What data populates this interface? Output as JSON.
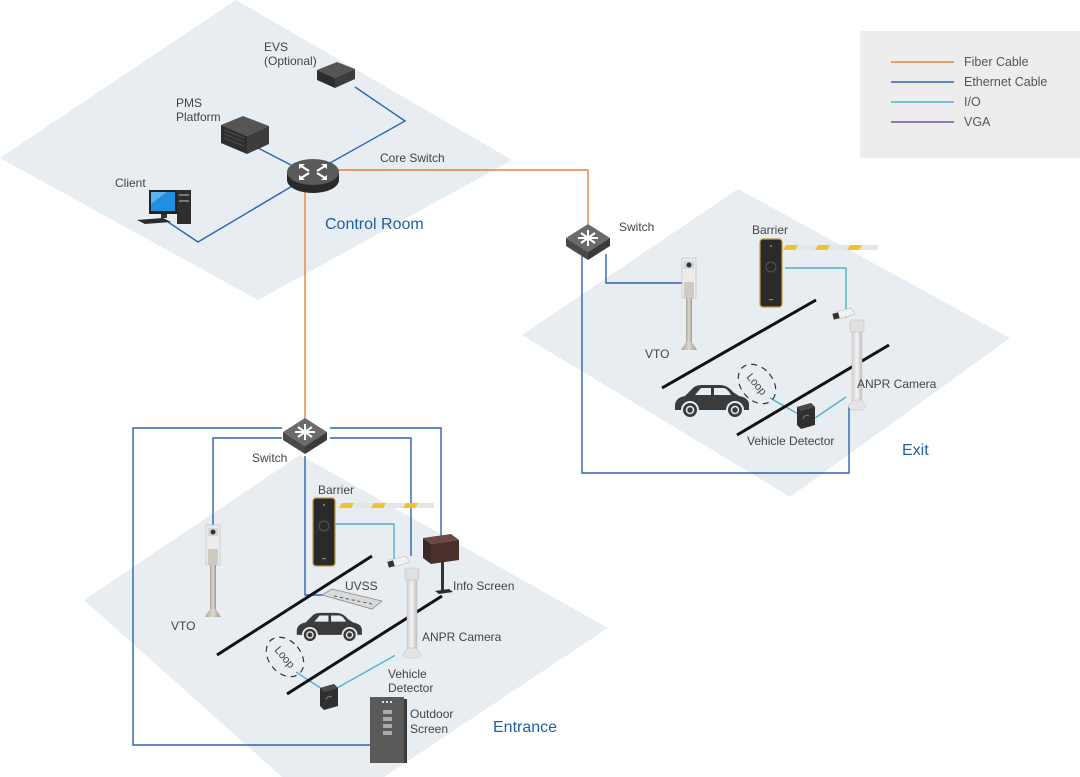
{
  "legend": {
    "items": [
      {
        "label": "Fiber Cable",
        "color": "#e8823f"
      },
      {
        "label": "Ethernet Cable",
        "color": "#2f63b5"
      },
      {
        "label": "I/O",
        "color": "#4fb3cf"
      },
      {
        "label": "VGA",
        "color": "#7a4fa3"
      }
    ]
  },
  "zones": {
    "control_room": "Control Room",
    "exit": "Exit",
    "entrance": "Entrance"
  },
  "control_room": {
    "evs": [
      "EVS",
      "(Optional)"
    ],
    "pms": [
      "PMS",
      "Platform"
    ],
    "client": "Client",
    "core_switch": "Core Switch"
  },
  "exit": {
    "switch": "Switch",
    "barrier": "Barrier",
    "vto": "VTO",
    "loop": "Loop",
    "anpr": "ANPR Camera",
    "vehicle_detector": "Vehicle Detector"
  },
  "entrance": {
    "switch": "Switch",
    "barrier": "Barrier",
    "uvss": "UVSS",
    "info_screen": "Info Screen",
    "vto": "VTO",
    "loop": "Loop",
    "anpr": "ANPR Camera",
    "vehicle_detector": [
      "Vehicle",
      "Detector"
    ],
    "outdoor_screen": [
      "Outdoor",
      "Screen"
    ]
  },
  "colors": {
    "fiber": "#e8823f",
    "ethernet": "#2f63b5",
    "io": "#4fb3cf",
    "zone_fill": "#e8edf2",
    "zone_label": "#1f5fa6"
  }
}
